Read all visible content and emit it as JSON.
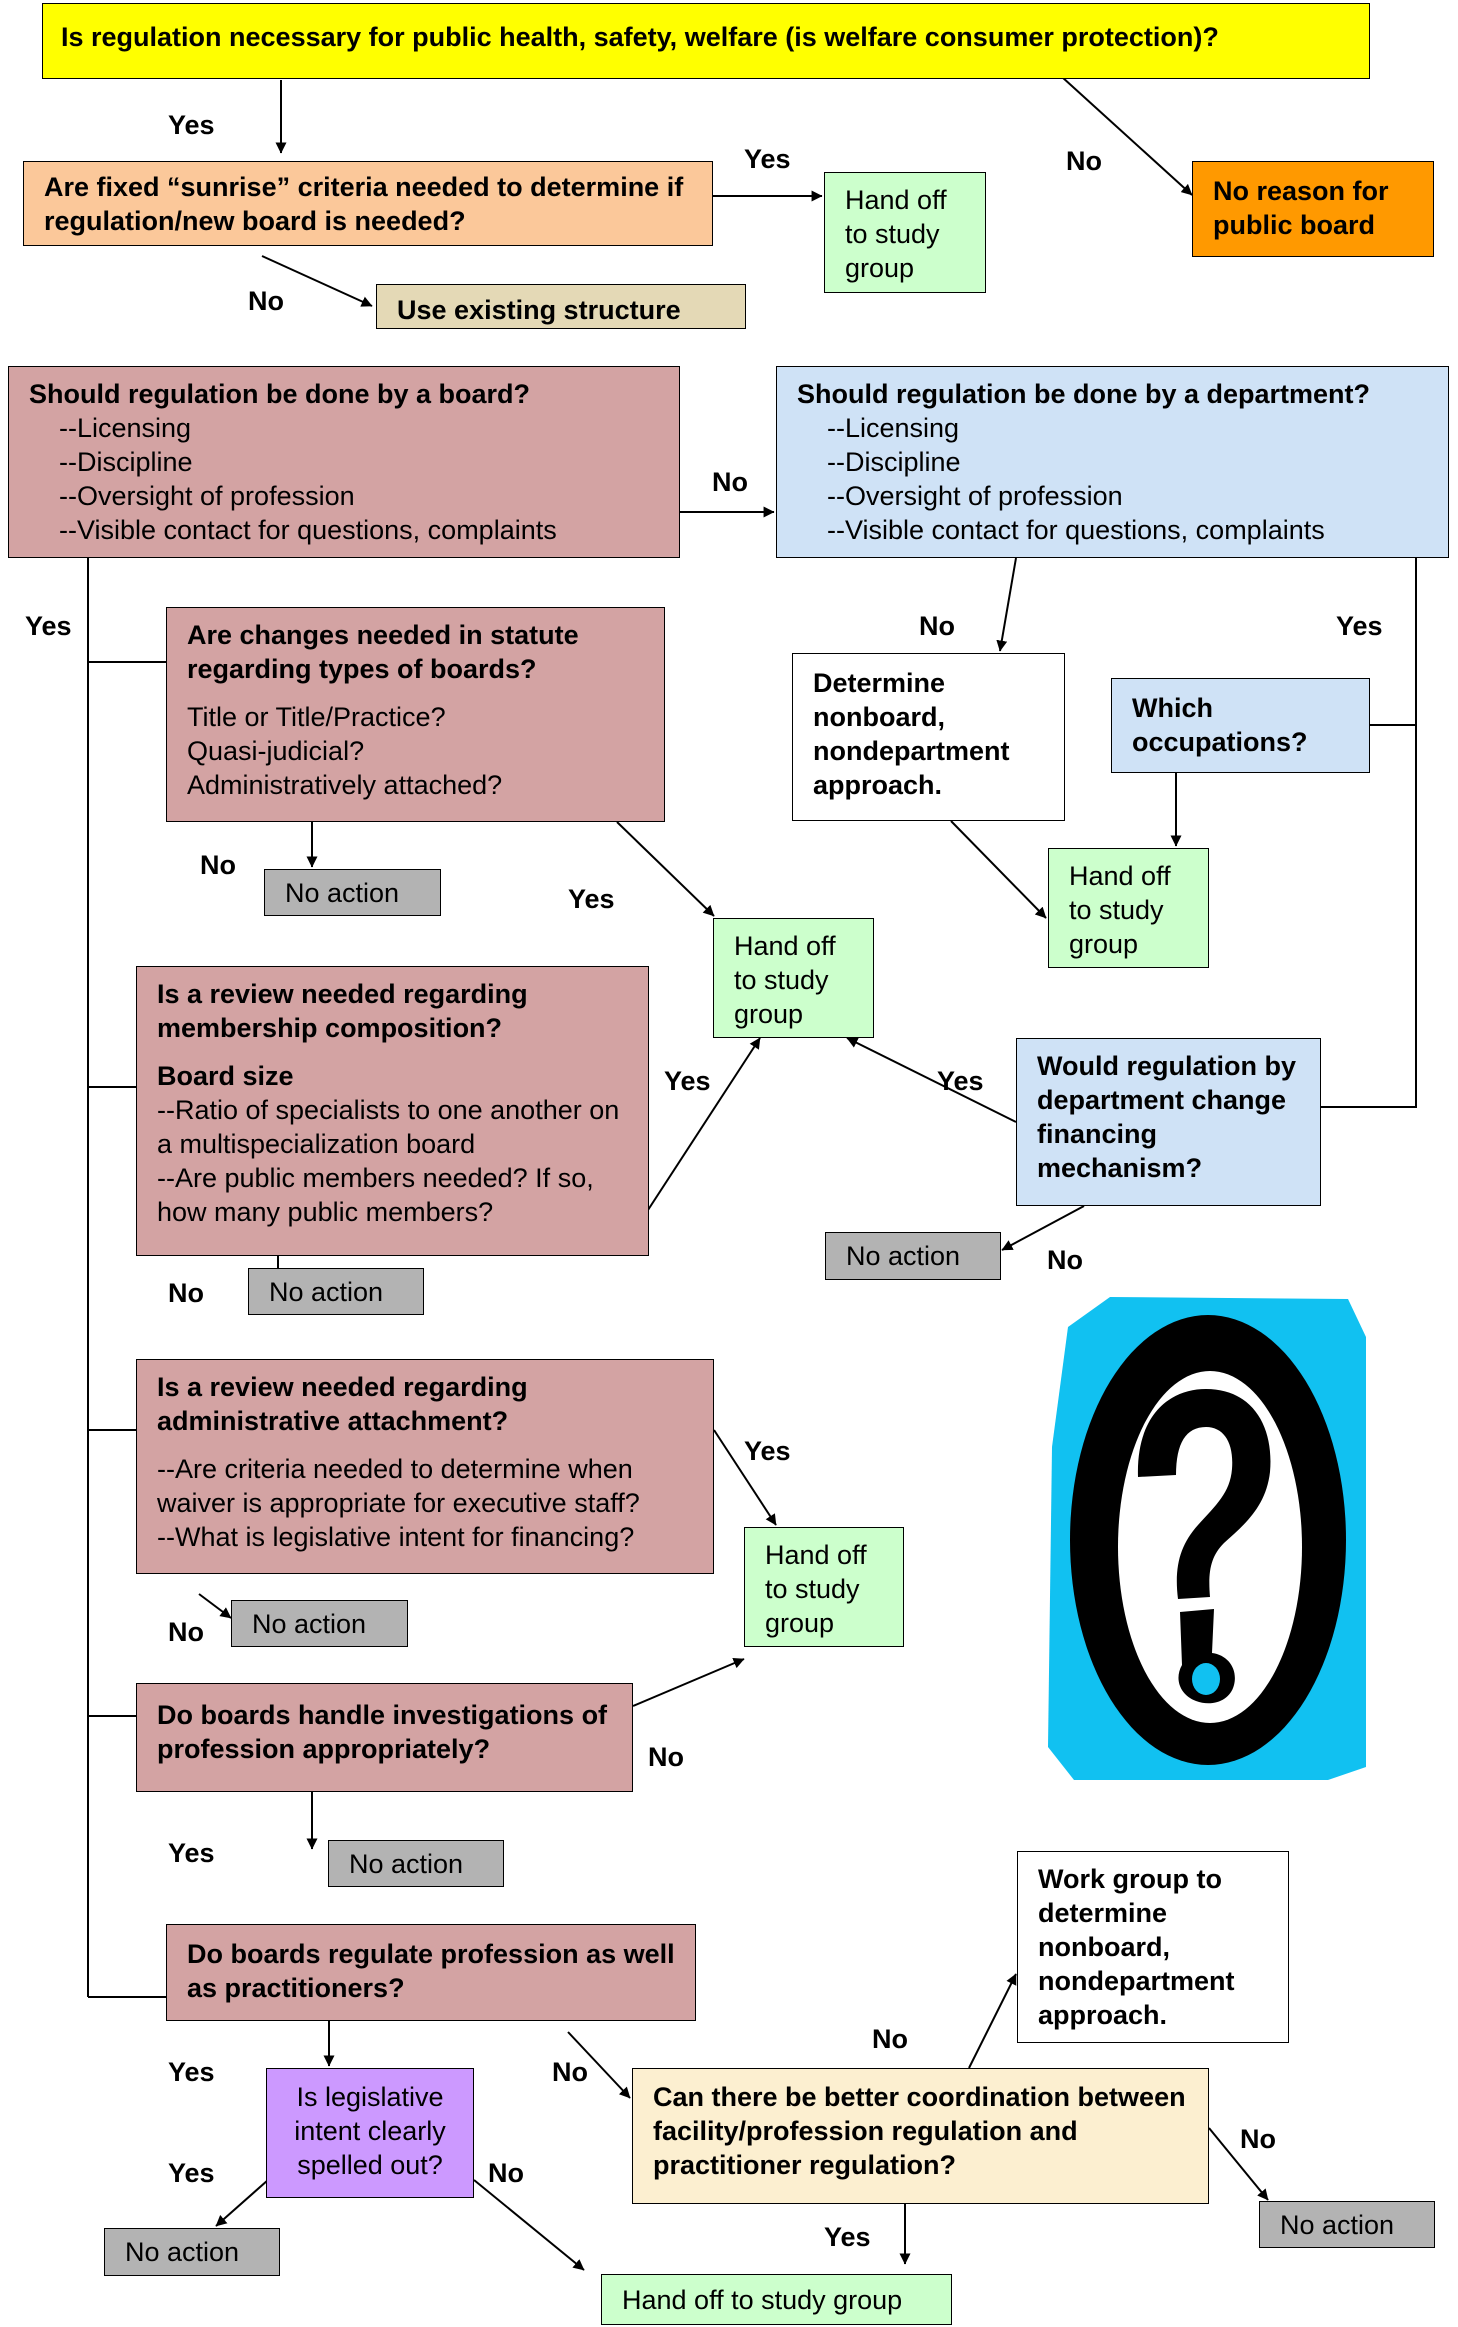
{
  "flowchart": {
    "q_regulation_necessary": "Is regulation necessary for public health, safety, welfare (is welfare consumer protection)?",
    "q_sunrise": "Are fixed “sunrise” criteria needed to determine if regulation/new board is needed?",
    "handoff_study_group_1": "Hand off to study group",
    "no_reason_public_board": "No reason for public board",
    "use_existing_structure": "Use existing structure",
    "q_board": {
      "title": "Should regulation be done by a board?",
      "items": [
        "--Licensing",
        "--Discipline",
        "--Oversight of profession",
        "--Visible contact for questions, complaints"
      ]
    },
    "q_department": {
      "title": "Should regulation be done by a department?",
      "items": [
        "--Licensing",
        "--Discipline",
        "--Oversight of profession",
        "--Visible contact for questions, complaints"
      ]
    },
    "q_statute_changes": {
      "title": "Are changes needed in statute regarding types of boards?",
      "items": [
        "Title or Title/Practice?",
        "Quasi-judicial?",
        "Administratively attached?"
      ]
    },
    "determine_nonboard_1": "Determine nonboard, nondepartment approach.",
    "q_which_occupations": "Which occupations?",
    "handoff_study_group_2": "Hand off to study group",
    "handoff_study_group_3": "Hand off to study group",
    "no_action_1": "No action",
    "q_membership": {
      "title": "Is a review needed regarding membership composition?",
      "subtitle": "Board size",
      "items": [
        "--Ratio of specialists to one another on a multispecialization board",
        "--Are public members needed? If so, how many public members?"
      ]
    },
    "q_financing": "Would regulation by department change financing mechanism?",
    "no_action_2": "No action",
    "no_action_3": "No action",
    "q_admin_attachment": {
      "title": "Is a review needed regarding administrative attachment?",
      "items": [
        "--Are criteria needed to determine when waiver is appropriate for executive staff?",
        "--What is legislative intent for financing?"
      ]
    },
    "handoff_study_group_4": "Hand off to study group",
    "no_action_4": "No action",
    "q_investigations": "Do boards handle investigations of profession appropriately?",
    "no_action_5": "No action",
    "work_group": "Work group to determine nonboard, nondepartment approach.",
    "q_regulate_profession": "Do boards regulate profession as well as practitioners?",
    "q_legislative_intent": "Is legislative intent clearly spelled out?",
    "q_coordination": "Can there be better coordination between facility/profession regulation and practitioner regulation?",
    "no_action_6": "No action",
    "no_action_7": "No action",
    "handoff_study_group_5": "Hand off to study group"
  },
  "labels": {
    "l1": "Yes",
    "l2": "Yes",
    "l3": "No",
    "l4": "No",
    "l5": "No",
    "l6": "Yes",
    "l7": "No",
    "l8": "Yes",
    "l9": "No",
    "l10": "Yes",
    "l11": "Yes",
    "l12": "Yes",
    "l13": "No",
    "l14": "No",
    "l15": "Yes",
    "l16": "No",
    "l17": "No",
    "l18": "Yes",
    "l19": "No",
    "l20": "Yes",
    "l21": "No",
    "l22": "Yes",
    "l23": "No",
    "l24": "No",
    "l25": "Yes"
  },
  "colors": {
    "yellow": "#ffff00",
    "peach": "#fbc89a",
    "orange": "#ff9900",
    "green": "#ccffcc",
    "rose": "#d3a3a3",
    "blue": "#cfe2f6",
    "gray": "#b3b3b3",
    "purple": "#cc99ff",
    "cream": "#fcefd0",
    "qmark_cyan": "#11c1f1"
  },
  "icons": [
    "question-mark-icon"
  ]
}
